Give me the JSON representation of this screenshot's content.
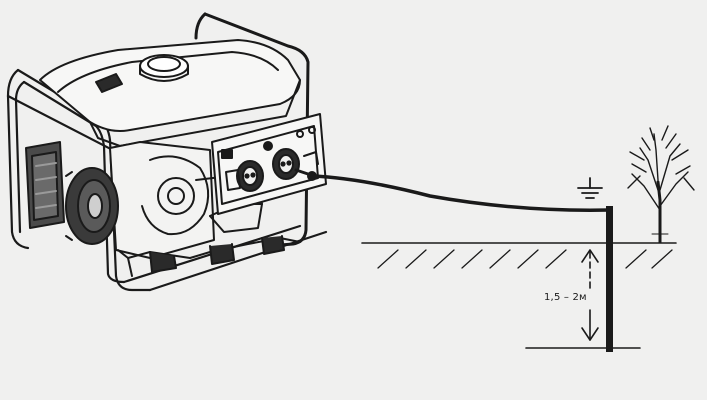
{
  "depth_label": "1,5 – 2м",
  "icons": {
    "generator": "portable-generator-illustration",
    "ground": "earth-ground-symbol",
    "tree": "tree-illustration"
  }
}
